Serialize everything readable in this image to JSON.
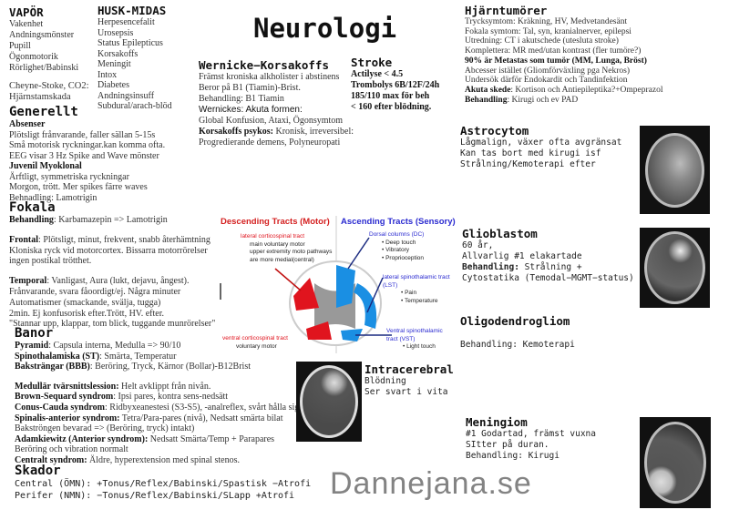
{
  "watermark": "Dannejana.se",
  "title": "Neurologi",
  "vapor": {
    "heading": "VAPÖR",
    "items": [
      "Vakenhet",
      "Andningsmönster",
      "Pupill",
      "Ögonmotorik",
      "Rörlighet/Babinski"
    ]
  },
  "cheyne": {
    "line1": "Cheyne-Stoke, CO2:",
    "line2": "Hjärnstamskada"
  },
  "husk": {
    "heading": "HUSK-MIDAS",
    "items": [
      "Herpesencefalit",
      "Urosepsis",
      "Status Epilepticus",
      "Korsakoffs",
      "Meningit",
      "Intox",
      "Diabetes",
      "Andningsinsuff",
      "Subdural/arach-blöd"
    ]
  },
  "generellt": {
    "heading": "Generellt",
    "absenser": "Absenser",
    "abs_lines": [
      "Plötsligt frånvarande, faller sällan 5-15s",
      "Små motorisk ryckningar.kan komma ofta.",
      "EEG visar 3 Hz Spike and Wave mönster"
    ],
    "juvenil": "Juvenil Myoklonal",
    "juv_lines": [
      "Ärftligt, symmetriska ryckningar",
      "Morgon, trött. Mer spikes färre waves",
      "Behnadling: Lamotrigin"
    ]
  },
  "fokala": {
    "heading": "Fokala",
    "beh_label": "Behandling",
    "beh_text": ": Karbamazepin => Lamotrigin",
    "frontal_label": "Frontal",
    "frontal_text": ": Plötsligt, minut, frekvent, snabb återhämtning",
    "frontal_lines": [
      "Kloniska ryck vid motorcortex. Bissarra motorrörelser",
      "ingen postikal trötthet."
    ],
    "temporal_label": "Temporal",
    "temporal_text": ": Vanligast, Aura (lukt, dejavu, ångest).",
    "temporal_lines": [
      "Frånvarande, svara fåoordigt/ej. Några minuter",
      "Automatismer (smackande, svälja, tugga)",
      "2min. Ej konfusorisk efter.Trött, HV. efter.",
      "\"Stannar upp, klappar, tom blick, tuggande munrörelser\""
    ]
  },
  "banor": {
    "heading": "Banor",
    "rows": [
      {
        "label": "Pyramid",
        "text": ": Capsula interna, Medulla => 90/10"
      },
      {
        "label": "Spinothalamiska (ST)",
        "text": ": Smärta, Temperatur"
      },
      {
        "label": "Baksträngar (BBB)",
        "text": ": Beröring, Tryck, Kärnor (Bollar)-B12Brist"
      }
    ],
    "syndromes": [
      {
        "label": "Medullär tvärsnittslession:",
        "text": " Helt avklippt från nivån."
      },
      {
        "label": "Brown-Sequard syndrom",
        "text": ": Ipsi pares, kontra sens-nedsätt"
      },
      {
        "label": "Conus-Cauda syndrom",
        "text": ": Ridbyxeanestesi (S3-S5), -analreflex, svårt hålla sig"
      },
      {
        "label": "Spinalis-anterior syndrom:",
        "text": " Tetra/Para-pares (nivå), Nedsatt smärta bilat"
      },
      {
        "label": "",
        "text": "Bakströngen bevarad => (Beröring, tryck) intakt)"
      },
      {
        "label": "Adamkiewitz (Anterior syndrom):",
        "text": " Nedsatt Smärta/Temp + Parapares"
      },
      {
        "label": "",
        "text": "Beröring och vibration normalt"
      },
      {
        "label": "Centralt syndrom:",
        "text": " Äldre, hyperextension med spinal stenos."
      }
    ]
  },
  "skador": {
    "heading": "Skador",
    "central": "Central (ÖMN): +Tonus/Reflex/Babinski/Spastisk −Atrofi",
    "perifer": "Perifer (NMN): −Tonus/Reflex/Babinski/SLapp +Atrofi"
  },
  "wernicke": {
    "heading": "Wernicke−Korsakoffs",
    "lines": [
      "Främst kroniska alkholister i abstinens",
      "Beror på B1 (Tiamin)-Brist.",
      "Behandling: B1 Tiamin"
    ],
    "akut_label": "Wernickes: Akuta formen:",
    "akut_text": "Global Konfusion, Ataxi, Ögonsymtom",
    "psykos_label": "Korsakoffs psykos:",
    "psykos_text": " Kronisk, irreversibel:",
    "psykos_line": "Progredierande demens, Polyneuropati"
  },
  "stroke": {
    "heading": "Stroke",
    "lines": [
      "Actilyse < 4.5",
      "Trombolys 6B/12F/24h",
      "185/110 max för beh",
      "< 160 efter blödning."
    ]
  },
  "hjarntumorer": {
    "heading": "Hjärntumörer",
    "lines": [
      "Trycksymtom: Kräkning, HV, Medvetandesänt",
      "Fokala symtom: Tal, syn, kranialnerver, epilepsi",
      "Utredning: CT i akutschede (utesluta stroke)",
      "Komplettera: MR med/utan kontrast (fler tumöre?)"
    ],
    "bold_line": "90% är Metastas som tumör (MM, Lunga, Bröst)",
    "lines2": [
      "Abcesser istället (Gliomförväxling pga Nekros)",
      "Undersök därför Endokardit och Tandinfektion"
    ],
    "akut_label": "Akuta skede",
    "akut_text": ": Kortison och Antiepileptika?+Ompeprazol",
    "beh_label": "Behandling",
    "beh_text": ": Kirugi och ev PAD"
  },
  "astrocytom": {
    "heading": "Astrocytom",
    "lines": [
      "Lågmalign, växer ofta avgränsat",
      "Kan tas bort med kirugi isf",
      "Strålning/Kemoterapi efter"
    ]
  },
  "glioblastom": {
    "heading": "Glioblastom",
    "lines": [
      "60 år,",
      "Allvarlig #1 elakartade"
    ],
    "beh_label": "Behandling:",
    "beh_text": " Strålning +",
    "line_last": "Cytostatika (Temodal−MGMT−status)"
  },
  "oligo": {
    "heading": "Oligodendrogliom",
    "line": "Behandling: Kemoterapi"
  },
  "intracerebral": {
    "heading": "Intracerebral",
    "lines": [
      "Blödning",
      "Ser svart i vita"
    ]
  },
  "meningiom": {
    "heading": "Meningiom",
    "lines": [
      "#1 Godartad, främst vuxna",
      "SItter på duran.",
      "Behandling: Kirugi"
    ]
  },
  "diagram": {
    "desc_title": "Descending Tracts (Motor)",
    "asc_title": "Ascending Tracts (Sensory)",
    "lct": "lateral corticospinal tract",
    "lct_lines": [
      "main voluntary motor",
      "upper extremity moto pathways",
      "are more medial(central)"
    ],
    "vct": "ventral corticospinal tract",
    "vct_line": "voluntary motor",
    "dc": "Dorsal columns (DC)",
    "dc_items": [
      "Deep touch",
      "Vibratory",
      "Proprioception"
    ],
    "lst1": "lateral spinothalamic tract",
    "lst2": "(LST)",
    "lst_items": [
      "Pain",
      "Temperature"
    ],
    "vst1": "Ventral spinothalamic",
    "vst2": "tract (VST)",
    "vst_item": "Light touch",
    "colors": {
      "motor": "#e0141e",
      "sensory": "#1a8fe3",
      "title_motor": "#d42020",
      "title_sensory": "#2a2ad0"
    }
  }
}
